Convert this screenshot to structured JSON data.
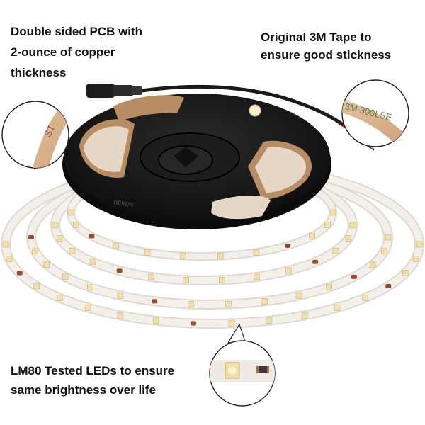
{
  "captions": {
    "pcb": {
      "line1": "Double sided PCB with",
      "line2": "2-ounce of copper",
      "line3": "thickness"
    },
    "tape": {
      "line1": "Original 3M Tape to",
      "line2": "ensure good stickness"
    },
    "led": {
      "line1": "LM80 Tested LEDs to ensure",
      "line2": "same brightness over life"
    }
  },
  "tape_print": "3M 300LSE",
  "reel_print": "DEKOR",
  "colors": {
    "reel": "#151515",
    "strip": "#ece7df",
    "tape_backing": "#d9b48f",
    "led_chip": "#f3dfa8",
    "copper_pad": "#9a4a2a",
    "cable": "#1a1a1a"
  }
}
